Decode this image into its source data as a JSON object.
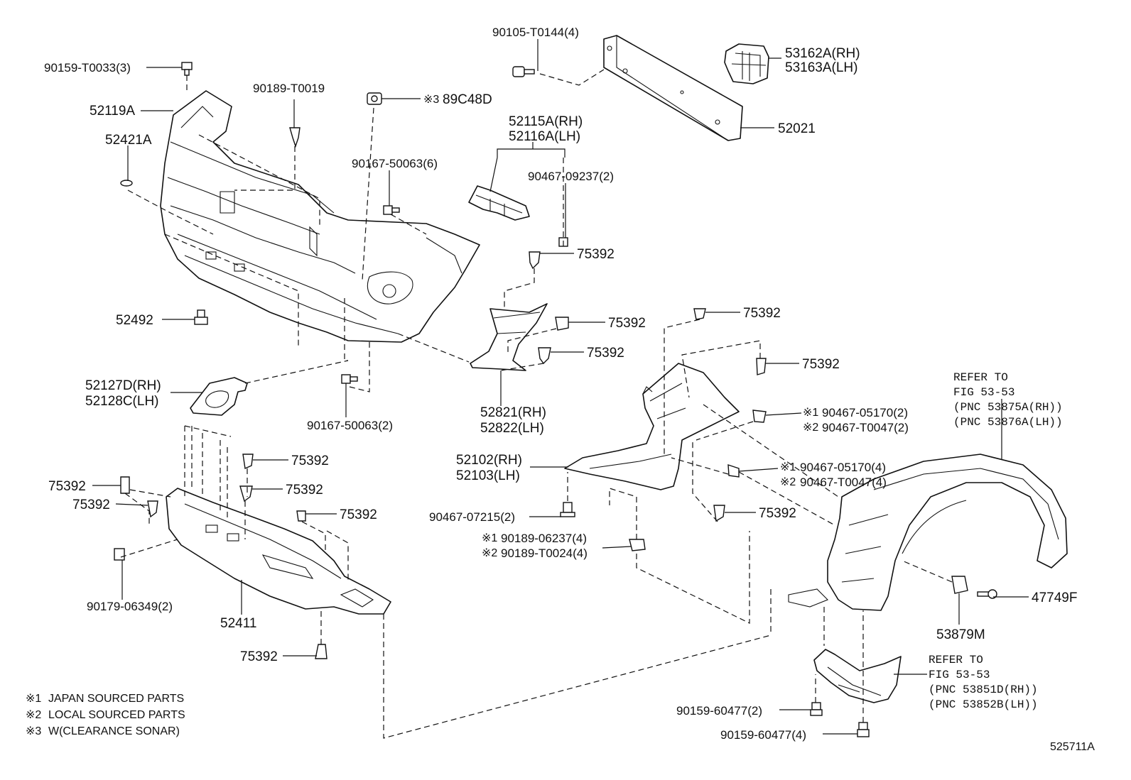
{
  "labels": {
    "p90159_t0033": "90159-T0033(3)",
    "p90189_t0019": "90189-T0019",
    "p89c48d_mark": "※3",
    "p89c48d": "89C48D",
    "p90105_t0144": "90105-T0144(4)",
    "p53162a": "53162A(RH)",
    "p53163a": "53163A(LH)",
    "p52021": "52021",
    "p52119a": "52119A",
    "p52421a": "52421A",
    "p52115a": "52115A(RH)",
    "p52116a": "52116A(LH)",
    "p90167_50063_6": "90167-50063(6)",
    "p90467_09237": "90467-09237(2)",
    "p75392_a": "75392",
    "p52492": "52492",
    "p75392_b": "75392",
    "p75392_c": "75392",
    "p75392_d": "75392",
    "p75392_e": "75392",
    "p52127d": "52127D(RH)",
    "p52128c": "52128C(LH)",
    "refer1_title": "REFER TO",
    "refer1_fig": "FIG 53-53",
    "refer1_pnc1": "(PNC 53875A(RH))",
    "refer1_pnc2": "(PNC 53876A(LH))",
    "p90467_05170_2_mark": "※1",
    "p90467_05170_2": "90467-05170(2)",
    "p90467_t0047_2_mark": "※2",
    "p90467_t0047_2": "90467-T0047(2)",
    "p52821": "52821(RH)",
    "p52822": "52822(LH)",
    "p90167_50063_2": "90167-50063(2)",
    "p75392_f": "75392",
    "p52102": "52102(RH)",
    "p52103": "52103(LH)",
    "p90467_05170_4_mark": "※1",
    "p90467_05170_4": "90467-05170(4)",
    "p90467_t0047_4_mark": "※2",
    "p90467_t0047_4": "90467-T0047(4)",
    "p75392_g": "75392",
    "p75392_h": "75392",
    "p75392_i": "75392",
    "p75392_j": "75392",
    "p75392_k": "75392",
    "p90467_07215": "90467-07215(2)",
    "p90189_06237_mark": "※1",
    "p90189_06237": "90189-06237(4)",
    "p90189_t0024_mark": "※2",
    "p90189_t0024": "90189-T0024(4)",
    "p47749f": "47749F",
    "p90179_06349": "90179-06349(2)",
    "p52411": "52411",
    "p53879m": "53879M",
    "p75392_l": "75392",
    "refer2_title": "REFER TO",
    "refer2_fig": "FIG 53-53",
    "refer2_pnc1": "(PNC 53851D(RH))",
    "refer2_pnc2": "(PNC 53852B(LH))",
    "p90159_60477_2": "90159-60477(2)",
    "p90159_60477_4": "90159-60477(4)"
  },
  "notes": [
    {
      "mark": "※1",
      "text": "JAPAN SOURCED PARTS"
    },
    {
      "mark": "※2",
      "text": "LOCAL SOURCED PARTS"
    },
    {
      "mark": "※3",
      "text": "W(CLEARANCE SONAR)"
    }
  ],
  "figure_number": "525711A"
}
